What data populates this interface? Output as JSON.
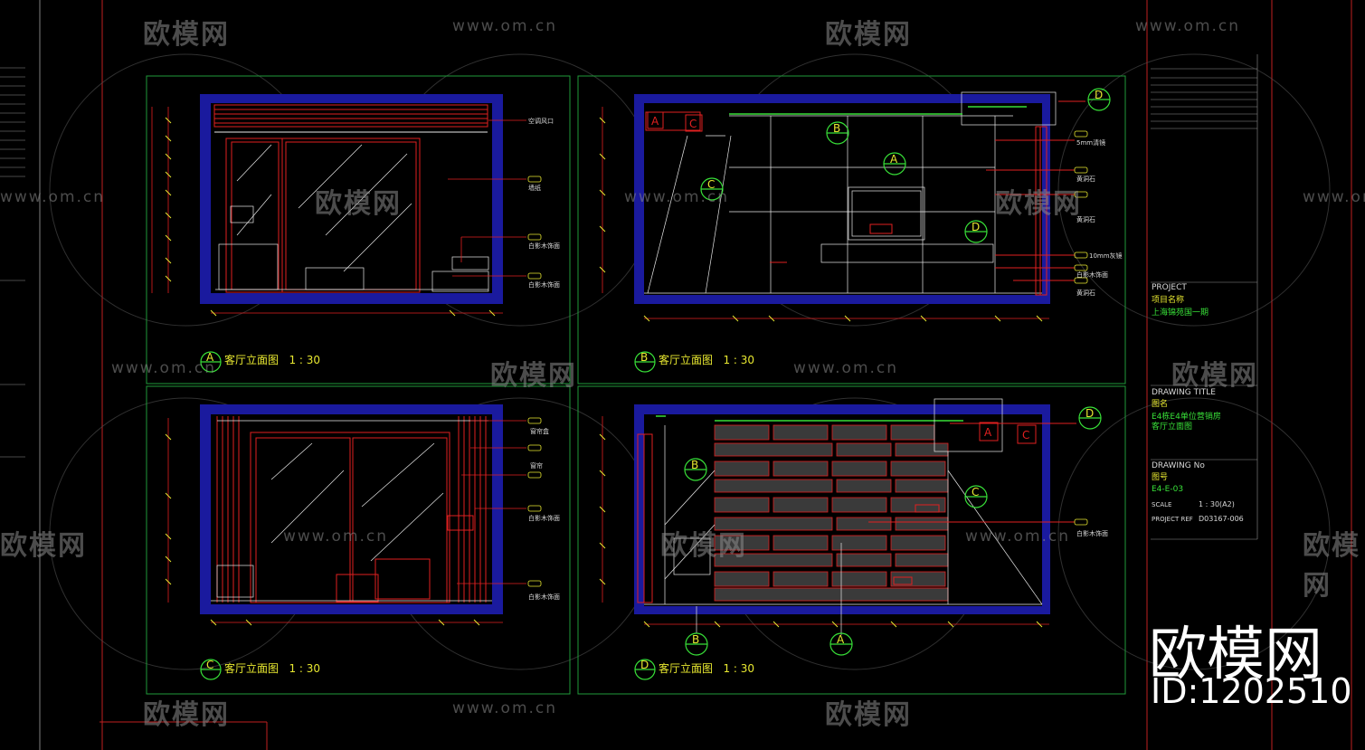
{
  "watermark": {
    "brand": "欧模网",
    "url": "www.om.cn",
    "big_brand": "欧模网",
    "big_id": "ID:1202510"
  },
  "title_block": {
    "project_label": "PROJECT",
    "project_cn": "项目名称",
    "project_name": "上海锦苑国一期",
    "drawing_title_label": "DRAWING TITLE",
    "drawing_title_cn": "图名",
    "drawing_title_1": "E4栋E4单位营销房",
    "drawing_title_2": "客厅立面图",
    "drawing_no_label": "DRAWING No",
    "drawing_no_cn": "图号",
    "drawing_no": "E4-E-03",
    "scale_label": "SCALE",
    "scale_value": "1 : 30(A2)",
    "project_ref_label": "PROJECT REF",
    "project_ref_value": "D03167-006"
  },
  "views": [
    {
      "id": "A",
      "title": "客厅立面图",
      "scale": "1 : 30"
    },
    {
      "id": "B",
      "title": "客厅立面图",
      "scale": "1 : 30"
    },
    {
      "id": "C",
      "title": "客厅立面图",
      "scale": "1 : 30"
    },
    {
      "id": "D",
      "title": "客厅立面图",
      "scale": "1 : 30"
    }
  ],
  "annotations": {
    "a1": "空调风口",
    "a2": "墙纸",
    "a3": "白影木饰面",
    "a4": "白影木饰面",
    "b1": "5mm清镜",
    "b2": "黄洞石",
    "b3": "黄洞石",
    "b4": "10mm灰镜",
    "b5": "白影木饰面",
    "b6": "黄洞石",
    "c1": "窗帘盒",
    "c2": "窗帘",
    "c3": "白影木饰面",
    "c4": "白影木饰面",
    "d1": "白影木饰面"
  },
  "colors": {
    "frame_green": "#1f9a3a",
    "wall_blue": "#2b2bd0",
    "line_red": "#e02020",
    "line_yellow": "#e8e830",
    "line_white": "#e8e8e8",
    "text_green": "#38e038"
  }
}
